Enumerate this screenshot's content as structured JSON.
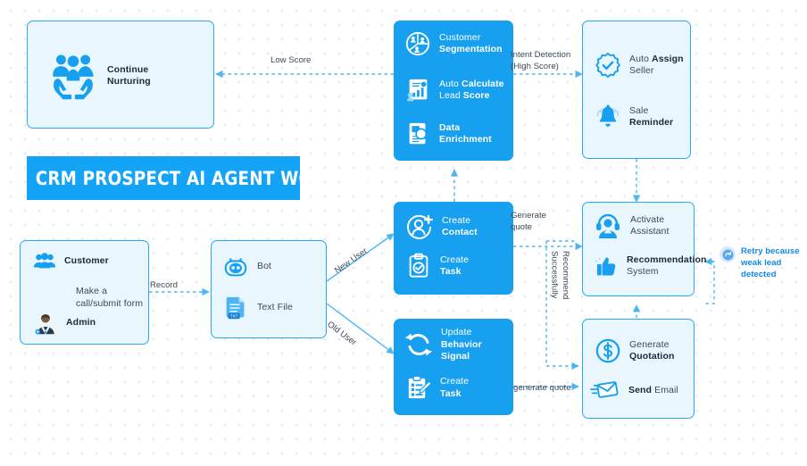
{
  "title": {
    "text": "CRM PROSPECT AI AGENT WORKFLOW",
    "banner_color": "#13a3f7"
  },
  "theme": {
    "accent": "#18a0f0",
    "light_fill": "#eaf6fe",
    "border": "#2ba8f5",
    "connector": "#4db6f2",
    "text": "#3b4a5a",
    "text_bold": "#1c2a38",
    "note_blue": "#1288e8",
    "dot_grid": "#d9ecfb"
  },
  "nodes": {
    "continue_nurturing": {
      "name": "Continue Nurturing",
      "style": "light",
      "items": [
        {
          "icon": "nurture-hands-people-icon",
          "line1": "Continue",
          "line2": "Nurturing",
          "bold": "both"
        }
      ]
    },
    "source": {
      "name": "Customer and Admin",
      "style": "light",
      "items": [
        {
          "icon": "customer-group-icon",
          "line1": "Customer",
          "bold": "line1"
        },
        {
          "icon": "admin-user-icon",
          "line1": "Admin",
          "bold": "line1"
        }
      ],
      "inner_label": "Make a\ncall/submit form"
    },
    "bot": {
      "name": "Bot and Text File",
      "style": "light",
      "items": [
        {
          "icon": "bot-icon",
          "line1": "Bot",
          "bold": "none"
        },
        {
          "icon": "text-file-icon",
          "line1": "Text File",
          "bold": "none"
        }
      ]
    },
    "segmentation": {
      "name": "Segmentation and Scoring",
      "style": "solid",
      "items": [
        {
          "icon": "customer-segmentation-icon",
          "line1": "Customer",
          "line2": "Segmentation",
          "bold": "line2"
        },
        {
          "icon": "lead-score-chart-icon",
          "line1": "Auto Calculate",
          "line2": "Lead Score",
          "bold": "partial",
          "b1": "Calculate",
          "b2": "Score"
        },
        {
          "icon": "data-enrichment-icon",
          "line1": "Data",
          "line2": "Enrichment",
          "bold": "both"
        }
      ]
    },
    "assign": {
      "name": "Assign and Remind",
      "style": "light",
      "items": [
        {
          "icon": "verified-badge-icon",
          "line1": "Auto Assign",
          "line2": "Seller",
          "bold": "partial",
          "b1": "Assign"
        },
        {
          "icon": "bell-reminder-icon",
          "line1": "Sale Reminder",
          "bold": "partial",
          "b1": "Reminder"
        }
      ]
    },
    "create_contact": {
      "name": "Create Contact and Task",
      "style": "solid",
      "items": [
        {
          "icon": "create-contact-icon",
          "line1": "Create",
          "line2": "Contact",
          "bold": "line2"
        },
        {
          "icon": "create-task-clipboard-icon",
          "line1": "Create",
          "line2": "Task",
          "bold": "line2"
        }
      ]
    },
    "assistant": {
      "name": "Assistant and Recommendation",
      "style": "light",
      "items": [
        {
          "icon": "headset-assistant-icon",
          "line1": "Activate",
          "line2": "Assistant",
          "bold": "none"
        },
        {
          "icon": "thumbs-up-icon",
          "line1": "Recommendation",
          "line2": "System",
          "bold": "line1"
        }
      ]
    },
    "behavior": {
      "name": "Update Behavior Signal",
      "style": "solid",
      "items": [
        {
          "icon": "refresh-cycle-icon",
          "line1": "Update",
          "line2": "Behavior",
          "line3": "Signal",
          "bold": "l2l3"
        },
        {
          "icon": "edit-task-clipboard-icon",
          "line1": "Create",
          "line2": "Task",
          "bold": "line2"
        }
      ]
    },
    "quotation": {
      "name": "Quotation and Email",
      "style": "light",
      "items": [
        {
          "icon": "dollar-circle-icon",
          "line1": "Generate",
          "line2": "Quotation",
          "bold": "line2"
        },
        {
          "icon": "send-email-icon",
          "line1": "Send Email",
          "bold": "partial",
          "b1": "Send"
        }
      ]
    }
  },
  "edge_labels": {
    "low_score": "Low Score",
    "intent_detection": "Intent Detection\n(High Score)",
    "record": "Record",
    "new_user": "New User",
    "old_user": "Old User",
    "generate_quote_top": "Generate\nquote",
    "recommend_successfully": "Recommend\nSuccessfully",
    "generate_quote_bottom": "generate quote"
  },
  "retry_note": {
    "icon": "retry-refresh-icon",
    "text": "Retry because weak lead detected"
  }
}
